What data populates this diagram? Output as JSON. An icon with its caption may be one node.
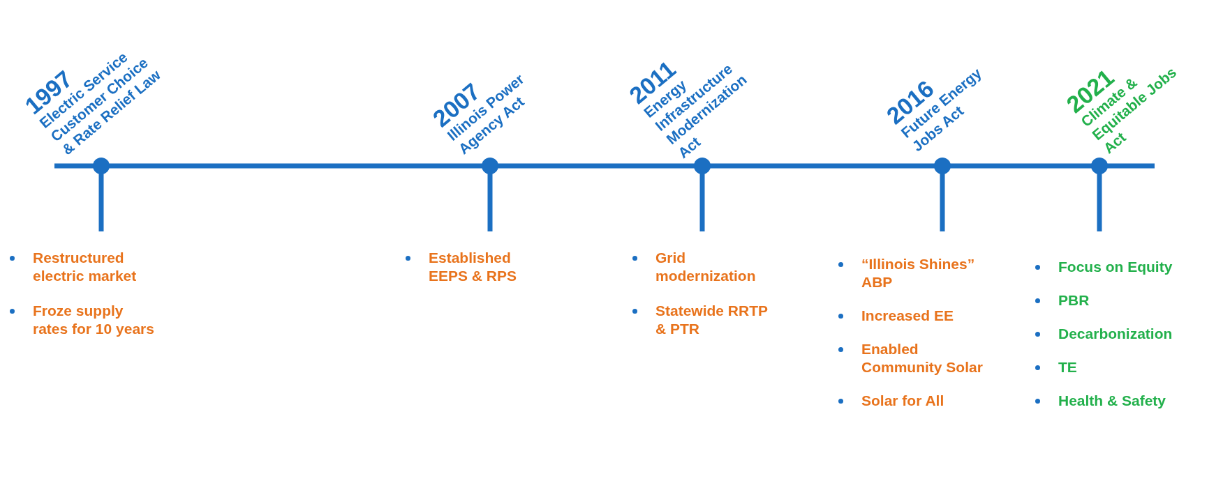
{
  "diagram": {
    "nodes": [
      {
        "text": [
          "1997",
          "Electric Service Customer Choice & Rate Relief Law"
        ]
      },
      {
        "text": [
          "Restructured electric market",
          "Froze supply rates for 10 years"
        ]
      },
      {
        "text": [
          "2007",
          "Illinois Power Agency Act"
        ]
      },
      {
        "text": [
          "Established EEPS & RPS"
        ]
      },
      {
        "text": [
          "2011",
          "Energy Infrastructure Modernization Act"
        ]
      },
      {
        "text": [
          "Grid modernization",
          "Statewide RRTP & PTR"
        ]
      },
      {
        "text": [
          "2016",
          "Future Energy Jobs Act"
        ]
      },
      {
        "text": [
          "“Illinois Shines” ABP",
          "Increased EE",
          "Enabled Community Solar",
          "Solar for All"
        ]
      },
      {
        "text": [
          "2021",
          "Climate & Equitable Jobs Act"
        ]
      },
      {
        "text": [
          "Focus on Equity",
          "PBR",
          "Decarbonization",
          "TE",
          "Health & Safety"
        ]
      }
    ]
  }
}
